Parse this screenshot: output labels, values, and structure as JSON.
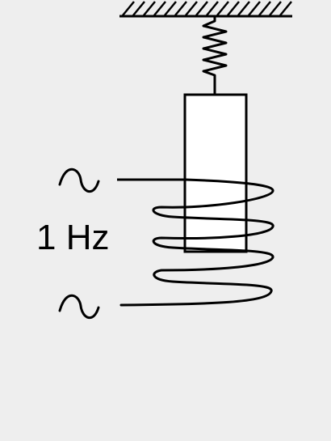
{
  "diagram": {
    "frequency_label": "1 Hz",
    "source_symbol": "∿",
    "components": [
      "ceiling-support",
      "spring",
      "magnet-block",
      "coil",
      "ac-source-terminal"
    ],
    "colors": {
      "background": "#eeeeee",
      "stroke": "#000000",
      "block_fill": "#ffffff"
    }
  }
}
